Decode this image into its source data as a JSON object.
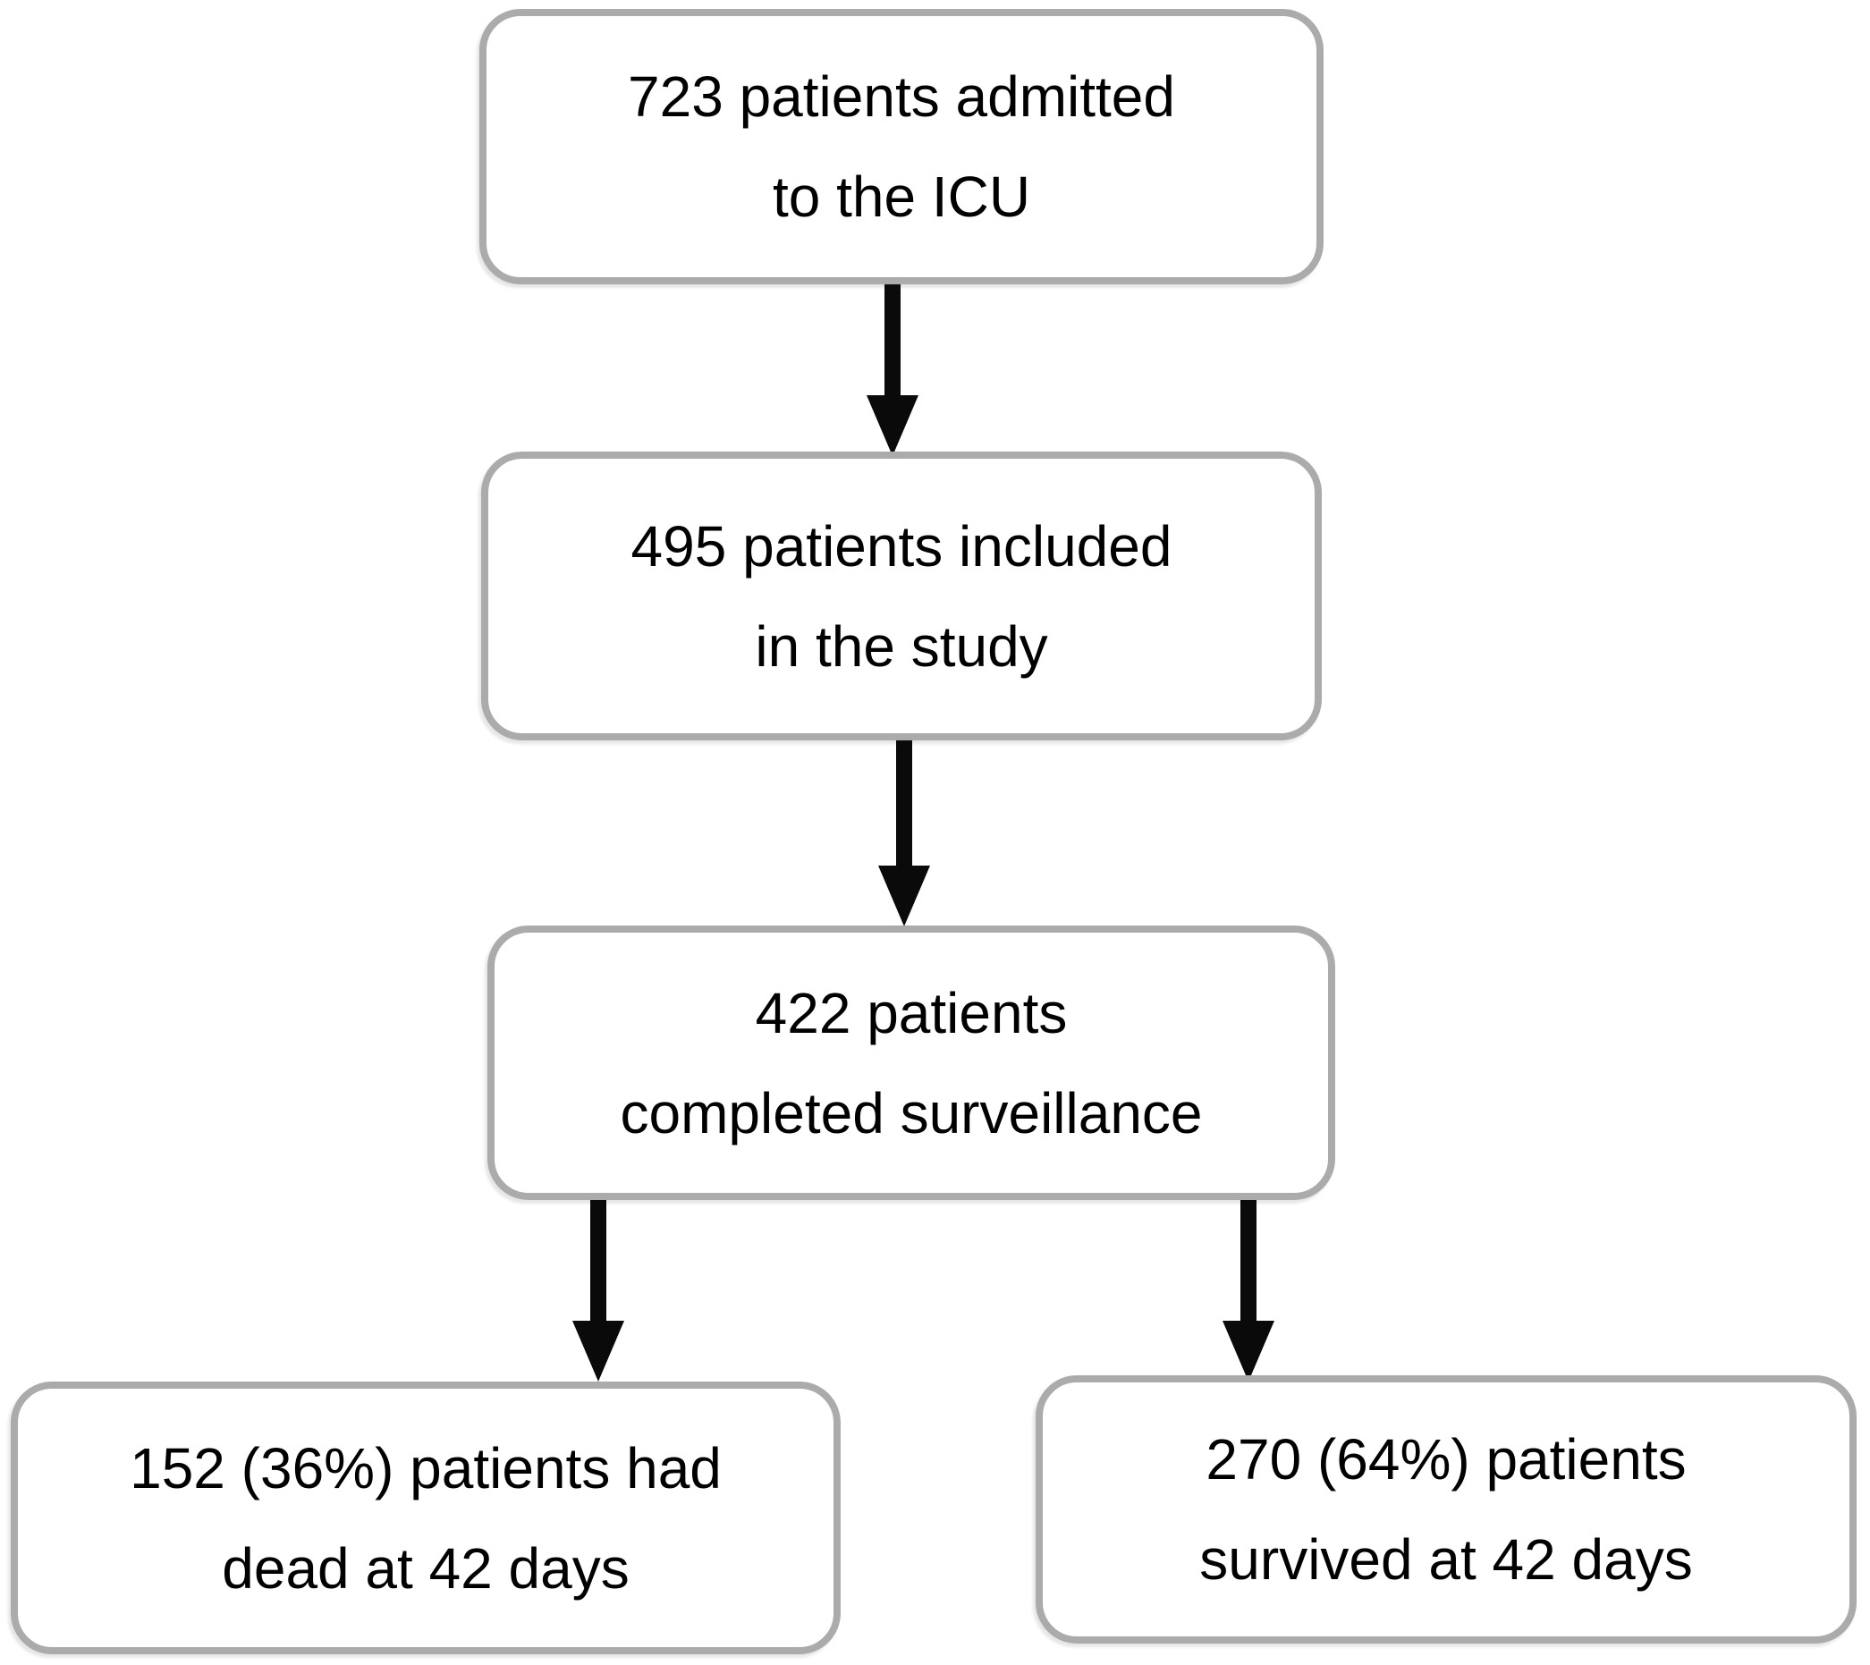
{
  "flowchart": {
    "nodes": [
      {
        "name": "admitted",
        "line1": "723 patients admitted",
        "line2": "to the ICU"
      },
      {
        "name": "included",
        "line1": "495 patients included",
        "line2": "in the study"
      },
      {
        "name": "surveillance",
        "line1": "422 patients",
        "line2": "completed surveillance"
      },
      {
        "name": "dead",
        "line1": "152 (36%) patients had",
        "line2": "dead at 42 days"
      },
      {
        "name": "survived",
        "line1": "270 (64%) patients",
        "line2": "survived at 42 days"
      }
    ],
    "colors": {
      "box_border": "#ababab",
      "arrow": "#0a0a0a",
      "text": "#000000",
      "background": "#ffffff"
    }
  }
}
